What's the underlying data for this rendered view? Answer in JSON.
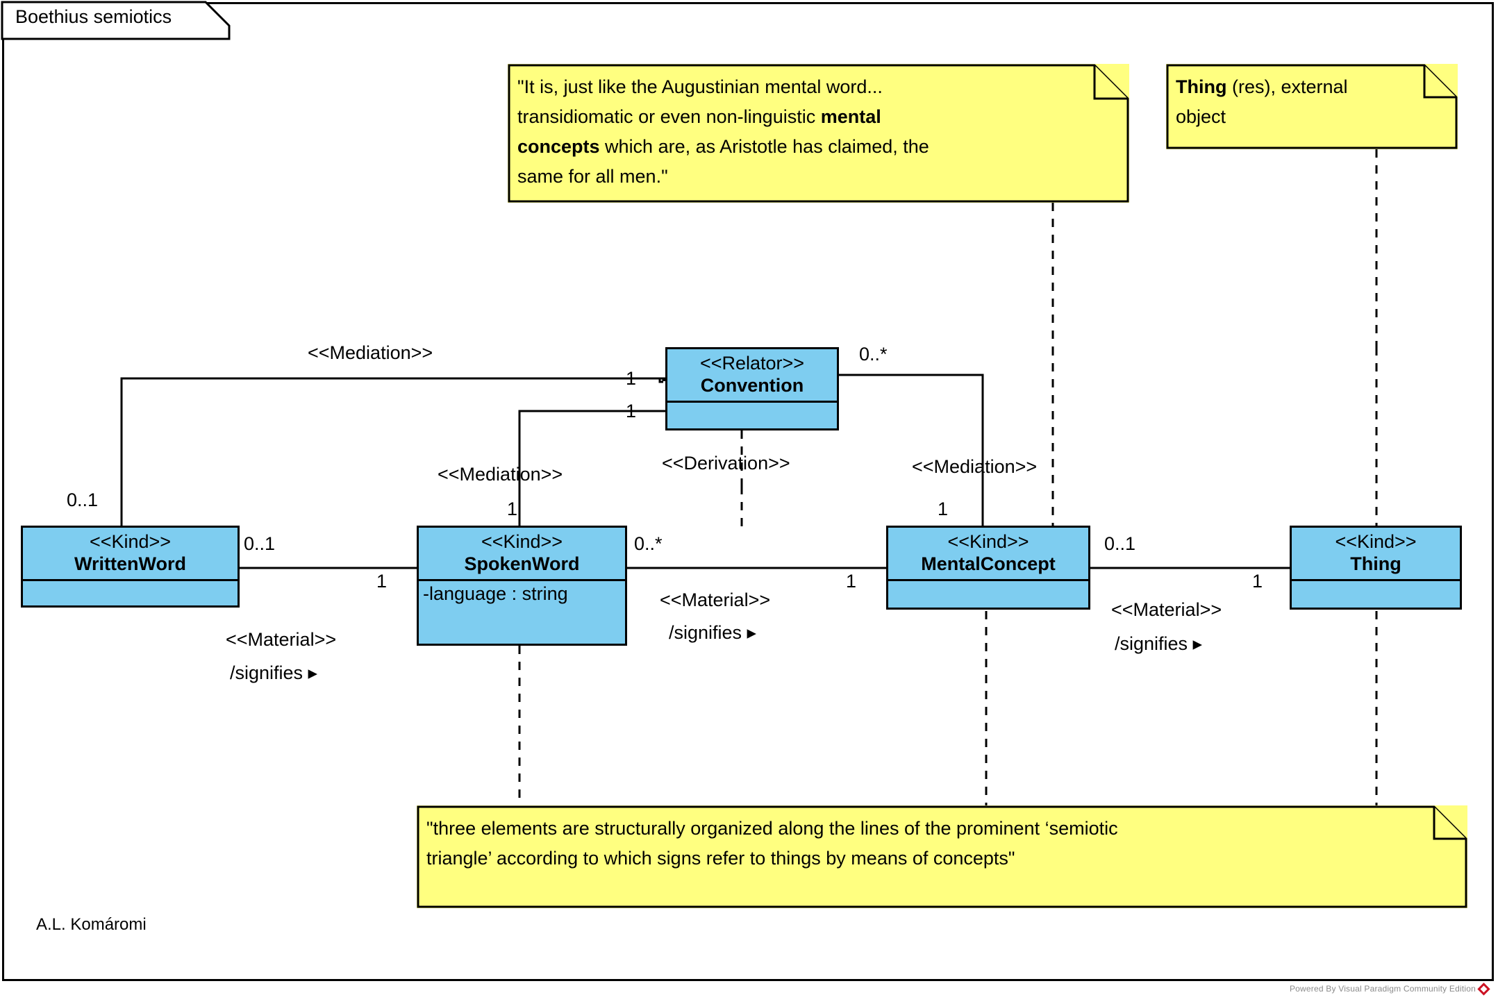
{
  "diagram": {
    "frame_label": "Boethius semiotics",
    "signature": "A.L. Komáromi",
    "footer": "Powered By  Visual Paradigm Community Edition",
    "colors": {
      "class_fill": "#7ecdf0",
      "note_fill": "#ffff80",
      "line": "#000000",
      "background": "#ffffff"
    }
  },
  "classes": [
    {
      "id": "writtenword",
      "stereotype": "<<Kind>>",
      "name": "WrittenWord",
      "attributes": []
    },
    {
      "id": "spokenword",
      "stereotype": "<<Kind>>",
      "name": "SpokenWord",
      "attributes": [
        "-language : string"
      ]
    },
    {
      "id": "mentalconcept",
      "stereotype": "<<Kind>>",
      "name": "MentalConcept",
      "attributes": []
    },
    {
      "id": "thing",
      "stereotype": "<<Kind>>",
      "name": "Thing",
      "attributes": []
    },
    {
      "id": "convention",
      "stereotype": "<<Relator>>",
      "name": "Convention",
      "attributes": []
    }
  ],
  "notes": {
    "aristotle": {
      "line1": "\"It is, just like the Augustinian mental word...",
      "line2a": "transidiomatic or even non-linguistic ",
      "line2b": "mental",
      "line3a": "concepts",
      "line3b": " which are, as Aristotle has claimed, the",
      "line4": "same for all men.\""
    },
    "thing": {
      "bold": "Thing",
      "rest": " (res), external",
      "line2": "object"
    },
    "triangle": {
      "line1": "\"three elements are structurally organized along the lines of the prominent ‘semiotic",
      "line2": "triangle’ according to which signs refer to things by means of concepts\""
    }
  },
  "edge_labels": {
    "mediation_written": "<<Mediation>>",
    "mediation_spoken": "<<Mediation>>",
    "mediation_mental": "<<Mediation>>",
    "derivation": "<<Derivation>>",
    "material_a": "<<Material>>",
    "material_b": "<<Material>>",
    "material_c": "<<Material>>",
    "signifies_a": "/signifies ▸",
    "signifies_b": "/signifies ▸",
    "signifies_c": "/signifies ▸",
    "mult_written_mediation": "0..1",
    "mult_conv_left_top": "1",
    "mult_conv_left_bottom": "1",
    "mult_conv_right": "0..*",
    "mult_spoken_mediation": "1",
    "mult_mental_mediation": "1",
    "mult_written_signifies": "0..1",
    "mult_spoken_signifies_src": "1",
    "mult_spoken_signifies_tgt": "0..*",
    "mult_mental_signifies_src": "1",
    "mult_mental_signifies_tgt": "0..1",
    "mult_thing_signifies": "1"
  }
}
